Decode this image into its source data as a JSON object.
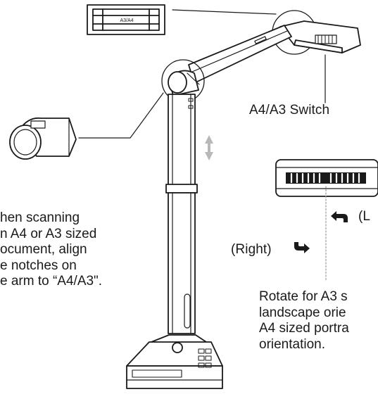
{
  "labels": {
    "badge_text": "A3/A4",
    "switch_label": "A4/A3 Switch",
    "left_label": "(L",
    "right_label": "(Right)",
    "notch_instructions": [
      "hen scanning",
      "n A4 or A3 sized",
      "ocument, align",
      "e notches on",
      "e arm to “A4/A3\"."
    ],
    "rotate_instructions": [
      "Rotate for A3 s",
      "landscape orie",
      "A4 sized portra",
      "orientation."
    ]
  },
  "icons": [
    "up-down-arrow-icon",
    "rotate-left-arrow-icon",
    "rotate-right-arrow-icon"
  ],
  "colors": {
    "line": "#1a1a1a",
    "arrow_gray": "#b8b8b8",
    "dotted_guide": "#9a9a9a",
    "fill": "#ffffff"
  }
}
